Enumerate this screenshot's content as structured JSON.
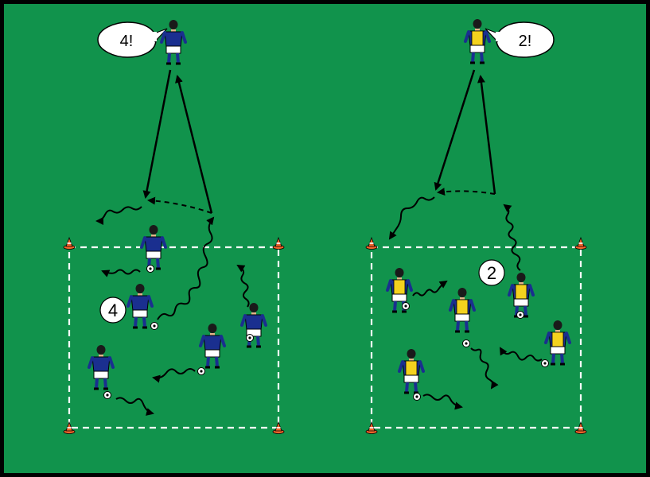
{
  "colors": {
    "pitch": "#11934c",
    "border": "#000000",
    "blue_team": "#1a2f8f",
    "yellow_bib": "#f4d21e",
    "shorts": "#ffffff",
    "cone": "#f0642a",
    "line": "#ffffff",
    "arrow": "#000000"
  },
  "left_drill": {
    "coach_call": "4!",
    "group_number": "4"
  },
  "right_drill": {
    "coach_call": "2!",
    "group_number": "2"
  },
  "icons": {
    "player": "player-icon",
    "ball": "soccer-ball-icon",
    "cone": "cone-icon"
  }
}
